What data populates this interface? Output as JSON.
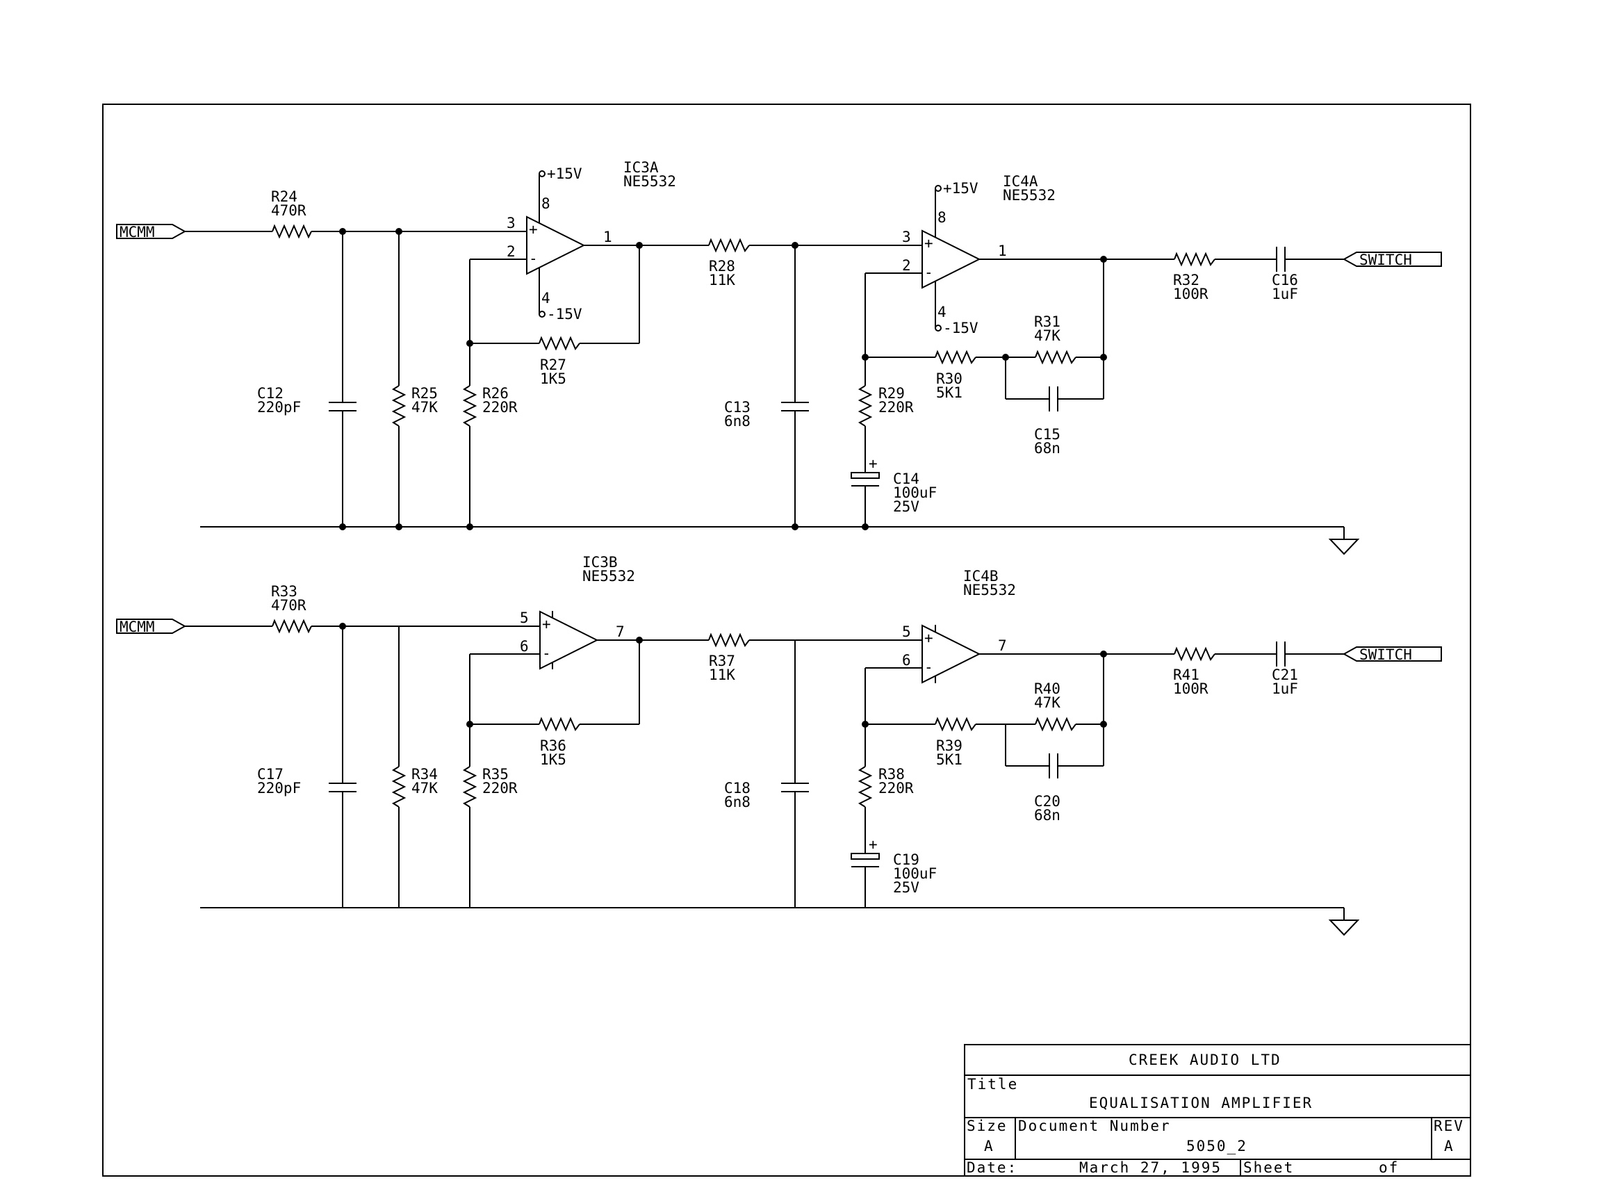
{
  "ports": {
    "input_label": "MCMM",
    "output_label": "SWITCH"
  },
  "supply": {
    "pos": "+15V",
    "neg": "-15V"
  },
  "stage_a": {
    "r24": {
      "ref": "R24",
      "value": "470R"
    },
    "c12": {
      "ref": "C12",
      "value": "220pF"
    },
    "r25": {
      "ref": "R25",
      "value": "47K"
    },
    "r26": {
      "ref": "R26",
      "value": "220R"
    },
    "r27": {
      "ref": "R27",
      "value": "1K5"
    },
    "ic3a": {
      "ref": "IC3A",
      "part": "NE5532",
      "pin_plus": "3",
      "pin_minus": "2",
      "pin_out": "1",
      "pin_vp": "8",
      "pin_vn": "4"
    },
    "r28": {
      "ref": "R28",
      "value": "11K"
    },
    "c13": {
      "ref": "C13",
      "value": "6n8"
    },
    "ic4a": {
      "ref": "IC4A",
      "part": "NE5532",
      "pin_plus": "3",
      "pin_minus": "2",
      "pin_out": "1",
      "pin_vp": "8",
      "pin_vn": "4"
    },
    "r29": {
      "ref": "R29",
      "value": "220R"
    },
    "c14": {
      "ref": "C14",
      "value": "100uF",
      "voltage": "25V"
    },
    "r30": {
      "ref": "R30",
      "value": "5K1"
    },
    "r31": {
      "ref": "R31",
      "value": "47K"
    },
    "c15": {
      "ref": "C15",
      "value": "68n"
    },
    "r32": {
      "ref": "R32",
      "value": "100R"
    },
    "c16": {
      "ref": "C16",
      "value": "1uF"
    }
  },
  "stage_b": {
    "r33": {
      "ref": "R33",
      "value": "470R"
    },
    "c17": {
      "ref": "C17",
      "value": "220pF"
    },
    "r34": {
      "ref": "R34",
      "value": "47K"
    },
    "r35": {
      "ref": "R35",
      "value": "220R"
    },
    "r36": {
      "ref": "R36",
      "value": "1K5"
    },
    "ic3b": {
      "ref": "IC3B",
      "part": "NE5532",
      "pin_plus": "5",
      "pin_minus": "6",
      "pin_out": "7"
    },
    "r37": {
      "ref": "R37",
      "value": "11K"
    },
    "c18": {
      "ref": "C18",
      "value": "6n8"
    },
    "ic4b": {
      "ref": "IC4B",
      "part": "NE5532",
      "pin_plus": "5",
      "pin_minus": "6",
      "pin_out": "7"
    },
    "r38": {
      "ref": "R38",
      "value": "220R"
    },
    "c19": {
      "ref": "C19",
      "value": "100uF",
      "voltage": "25V"
    },
    "r39": {
      "ref": "R39",
      "value": "5K1"
    },
    "r40": {
      "ref": "R40",
      "value": "47K"
    },
    "c20": {
      "ref": "C20",
      "value": "68n"
    },
    "r41": {
      "ref": "R41",
      "value": "100R"
    },
    "c21": {
      "ref": "C21",
      "value": "1uF"
    }
  },
  "title_block": {
    "company": "CREEK AUDIO LTD",
    "title_label": "Title",
    "title": "EQUALISATION AMPLIFIER",
    "size_label": "Size",
    "size": "A",
    "doc_label": "Document Number",
    "doc_number": "5050_2",
    "rev_label": "REV",
    "rev": "A",
    "date_label": "Date:",
    "date": "March 27, 1995",
    "sheet_label": "Sheet",
    "of_label": "of"
  }
}
